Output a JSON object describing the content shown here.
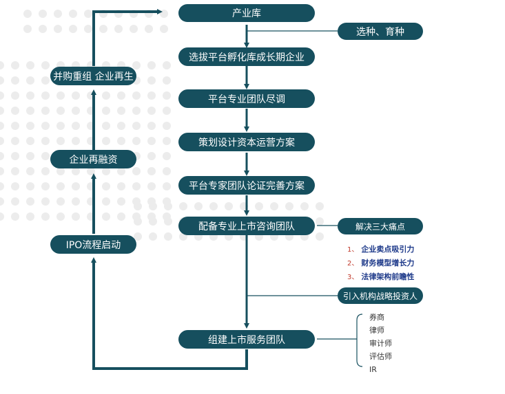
{
  "main_flow": {
    "step1": "产业库",
    "step2": "选拔平台孵化库成长期企业",
    "step3": "平台专业团队尽调",
    "step4": "策划设计资本运营方案",
    "step5": "平台专家团队论证完善方案",
    "step6": "配备专业上市咨询团队",
    "step7": "组建上市服务团队"
  },
  "side_notes": {
    "select_breed": "选种、育种",
    "solve_pain_points": "解决三大痛点",
    "introduce_investors": "引入机构战略投资人"
  },
  "pain_points": [
    {
      "num": "1、",
      "text": "企业卖点吸引力"
    },
    {
      "num": "2、",
      "text": "财务模型增长力"
    },
    {
      "num": "3、",
      "text": "法律架构前瞻性"
    }
  ],
  "service_team": [
    "券商",
    "律师",
    "审计师",
    "评估师",
    "IR"
  ],
  "left_flow": {
    "ipo_start": "IPO流程启动",
    "refinance": "企业再融资",
    "merger": "并购重组  企业再生"
  },
  "colors": {
    "pill": "#164f5e",
    "line": "#164f5e",
    "num": "#c0392b",
    "pain_text": "#1e3a8a",
    "dots": "#ececec"
  }
}
